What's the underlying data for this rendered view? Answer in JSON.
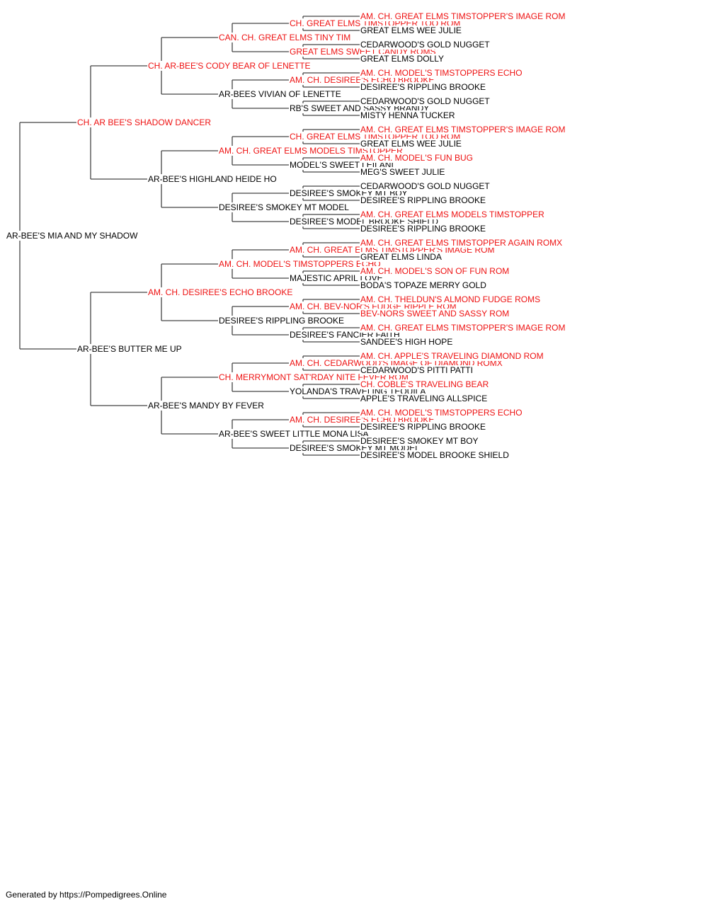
{
  "colors": {
    "titled": "#ee1111",
    "plain": "#000000",
    "line": "#444444"
  },
  "pedigree": {
    "name": "AR-BEE'S MIA AND MY SHADOW",
    "titled": false,
    "sire": {
      "name": "CH. AR BEE'S SHADOW DANCER",
      "titled": true,
      "sire": {
        "name": "CH. AR-BEE'S CODY BEAR OF LENETTE",
        "titled": true,
        "sire": {
          "name": "CAN. CH. GREAT ELMS TINY TIM",
          "titled": true,
          "sire": {
            "name": "CH. GREAT ELMS TIMSTOPPER TOO ROM",
            "titled": true,
            "sire": {
              "name": "AM. CH. GREAT ELMS TIMSTOPPER'S IMAGE ROM",
              "titled": true
            },
            "dam": {
              "name": "GREAT ELMS WEE JULIE",
              "titled": false
            }
          },
          "dam": {
            "name": "GREAT ELMS SWEET CANDY ROMS",
            "titled": true,
            "sire": {
              "name": "CEDARWOOD'S GOLD NUGGET",
              "titled": false
            },
            "dam": {
              "name": "GREAT ELMS DOLLY",
              "titled": false
            }
          }
        },
        "dam": {
          "name": "AR-BEES VIVIAN OF LENETTE",
          "titled": false,
          "sire": {
            "name": "AM. CH. DESIREE'S ECHO BROOKE",
            "titled": true,
            "sire": {
              "name": "AM. CH. MODEL'S TIMSTOPPERS ECHO",
              "titled": true
            },
            "dam": {
              "name": "DESIREE'S RIPPLING BROOKE",
              "titled": false
            }
          },
          "dam": {
            "name": "RB'S SWEET AND SASSY BRANDY",
            "titled": false,
            "sire": {
              "name": "CEDARWOOD'S GOLD NUGGET",
              "titled": false
            },
            "dam": {
              "name": "MISTY HENNA TUCKER",
              "titled": false
            }
          }
        }
      },
      "dam": {
        "name": "AR-BEE'S HIGHLAND HEIDE HO",
        "titled": false,
        "sire": {
          "name": "AM. CH. GREAT ELMS MODELS TIMSTOPPER",
          "titled": true,
          "sire": {
            "name": "CH. GREAT ELMS TIMSTOPPER TOO ROM",
            "titled": true,
            "sire": {
              "name": "AM. CH. GREAT ELMS TIMSTOPPER'S IMAGE ROM",
              "titled": true
            },
            "dam": {
              "name": "GREAT ELMS WEE JULIE",
              "titled": false
            }
          },
          "dam": {
            "name": "MODEL'S SWEET LEILANI",
            "titled": false,
            "sire": {
              "name": "AM. CH. MODEL'S FUN BUG",
              "titled": true
            },
            "dam": {
              "name": "MEG'S SWEET JULIE",
              "titled": false
            }
          }
        },
        "dam": {
          "name": "DESIREE'S SMOKEY MT MODEL",
          "titled": false,
          "sire": {
            "name": "DESIREE'S SMOKEY MT BOY",
            "titled": false,
            "sire": {
              "name": "CEDARWOOD'S GOLD NUGGET",
              "titled": false
            },
            "dam": {
              "name": "DESIREE'S RIPPLING BROOKE",
              "titled": false
            }
          },
          "dam": {
            "name": "DESIREE'S MODEL BROOKE SHIELD",
            "titled": false,
            "sire": {
              "name": "AM. CH. GREAT ELMS MODELS TIMSTOPPER",
              "titled": true
            },
            "dam": {
              "name": "DESIREE'S RIPPLING BROOKE",
              "titled": false
            }
          }
        }
      }
    },
    "dam": {
      "name": "AR-BEE'S BUTTER ME UP",
      "titled": false,
      "sire": {
        "name": "AM. CH. DESIREE'S ECHO BROOKE",
        "titled": true,
        "sire": {
          "name": "AM. CH. MODEL'S TIMSTOPPERS ECHO",
          "titled": true,
          "sire": {
            "name": "AM. CH. GREAT ELMS TIMSTOPPER'S IMAGE ROM",
            "titled": true,
            "sire": {
              "name": "AM. CH. GREAT ELMS TIMSTOPPER AGAIN ROMX",
              "titled": true
            },
            "dam": {
              "name": "GREAT ELMS LINDA",
              "titled": false
            }
          },
          "dam": {
            "name": "MAJESTIC APRIL LOVE",
            "titled": false,
            "sire": {
              "name": "AM. CH. MODEL'S SON OF FUN ROM",
              "titled": true
            },
            "dam": {
              "name": "BODA'S TOPAZE MERRY GOLD",
              "titled": false
            }
          }
        },
        "dam": {
          "name": "DESIREE'S RIPPLING BROOKE",
          "titled": false,
          "sire": {
            "name": "AM. CH. BEV-NOR'S FUDGE RIPPLE ROM",
            "titled": true,
            "sire": {
              "name": "AM. CH. THELDUN'S ALMOND FUDGE ROMS",
              "titled": true
            },
            "dam": {
              "name": "BEV-NORS SWEET AND SASSY ROM",
              "titled": true
            }
          },
          "dam": {
            "name": "DESIREE'S FANCIER FAITH",
            "titled": false,
            "sire": {
              "name": "AM. CH. GREAT ELMS TIMSTOPPER'S IMAGE ROM",
              "titled": true
            },
            "dam": {
              "name": "SANDEE'S HIGH HOPE",
              "titled": false
            }
          }
        }
      },
      "dam": {
        "name": "AR-BEE'S MANDY BY FEVER",
        "titled": false,
        "sire": {
          "name": "CH. MERRYMONT SAT'RDAY NITE FEVER ROM",
          "titled": true,
          "sire": {
            "name": "AM. CH. CEDARWOOD'S IMAGE OF DIAMOND ROMX",
            "titled": true,
            "sire": {
              "name": "AM. CH. APPLE'S TRAVELING DIAMOND ROM",
              "titled": true
            },
            "dam": {
              "name": "CEDARWOOD'S PITTI PATTI",
              "titled": false
            }
          },
          "dam": {
            "name": "YOLANDA'S TRAVELING TEQUILA",
            "titled": false,
            "sire": {
              "name": "CH. COBLE'S TRAVELING BEAR",
              "titled": true
            },
            "dam": {
              "name": "APPLE'S TRAVELING ALLSPICE",
              "titled": false
            }
          }
        },
        "dam": {
          "name": "AR-BEE'S SWEET LITTLE MONA LISA",
          "titled": false,
          "sire": {
            "name": "AM. CH. DESIREE'S ECHO BROOKE",
            "titled": true,
            "sire": {
              "name": "AM. CH. MODEL'S TIMSTOPPERS ECHO",
              "titled": true
            },
            "dam": {
              "name": "DESIREE'S RIPPLING BROOKE",
              "titled": false
            }
          },
          "dam": {
            "name": "DESIREE'S SMOKEY MT MODEL",
            "titled": false,
            "sire": {
              "name": "DESIREE'S SMOKEY MT BOY",
              "titled": false
            },
            "dam": {
              "name": "DESIREE'S MODEL BROOKE SHIELD",
              "titled": false
            }
          }
        }
      }
    }
  },
  "footer": {
    "credit": "Generated by https://Pompedigrees.Online"
  }
}
